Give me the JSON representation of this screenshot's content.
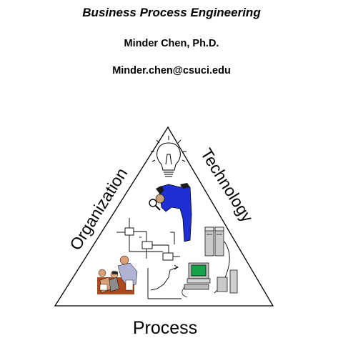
{
  "header": {
    "title": "Business Process Engineering",
    "author": "Minder Chen, Ph.D.",
    "email": "Minder.chen@csuci.edu"
  },
  "diagram": {
    "left_label": "Organization",
    "right_label": "Technology",
    "bottom_label": "Process",
    "icons": [
      "lightbulb-icon",
      "detective-icon",
      "flowchart-icon",
      "people-meeting-icon",
      "line-graph-icon",
      "computer-server-icon",
      "desktop-computer-icon"
    ]
  }
}
